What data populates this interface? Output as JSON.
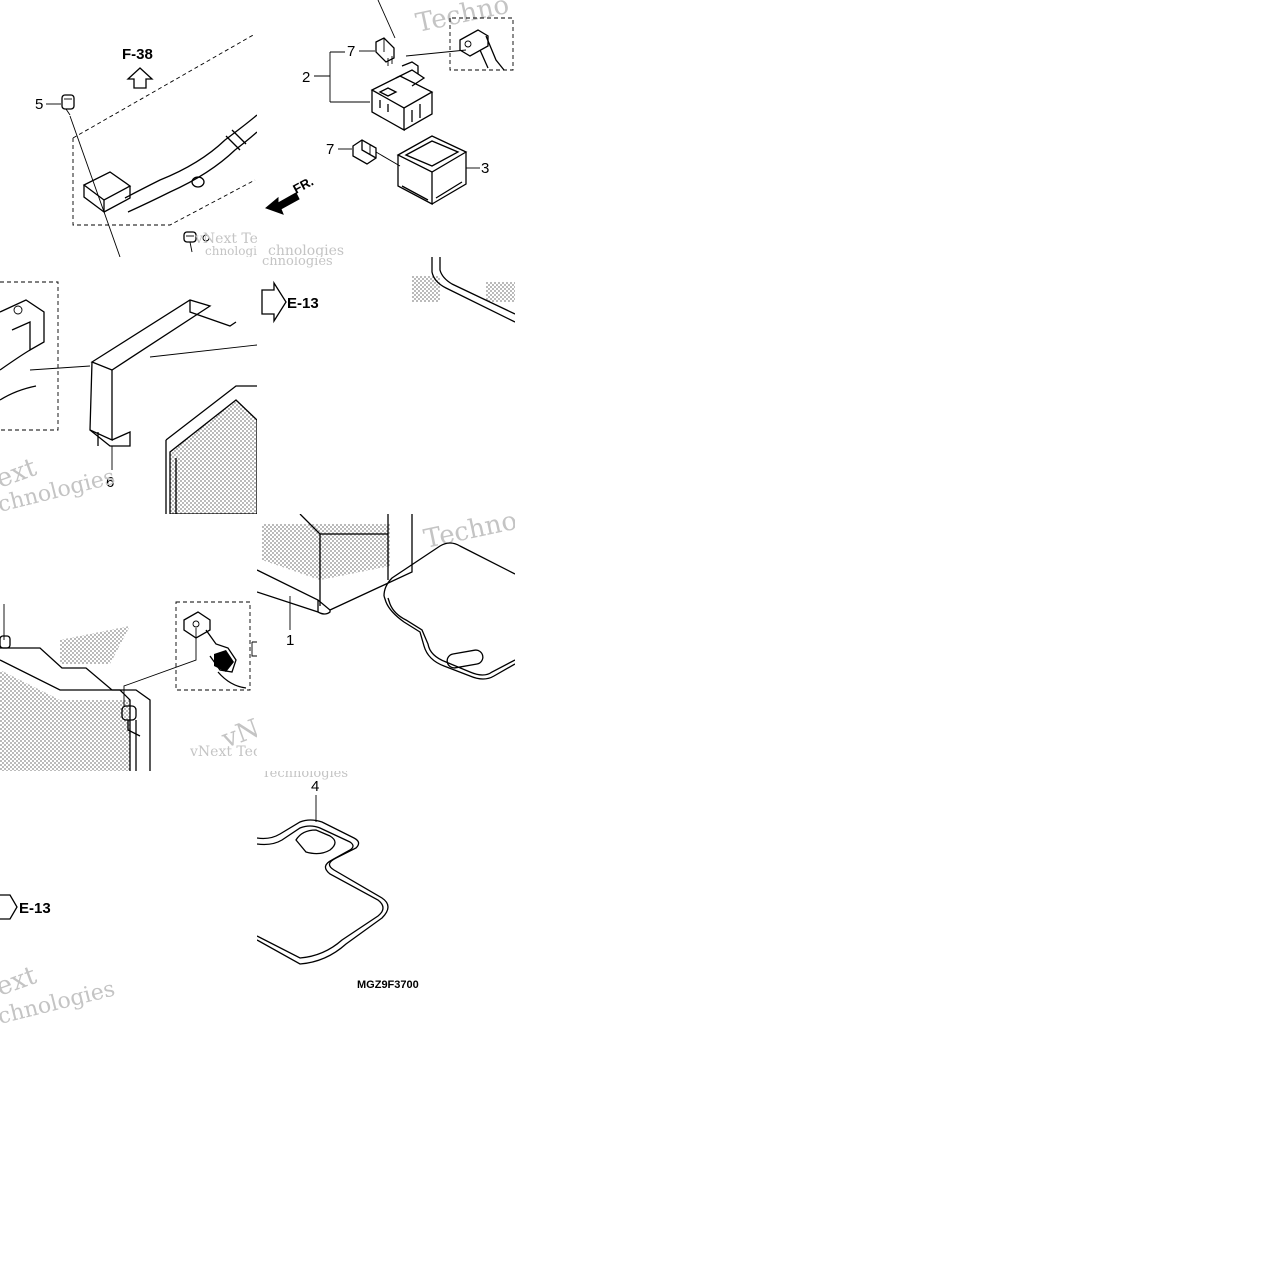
{
  "callouts": {
    "c1": "1",
    "c2": "2",
    "c3": "3",
    "c4": "4",
    "c5": "5",
    "c6": "6",
    "c7a": "7",
    "c7b": "7"
  },
  "refs": {
    "f38": "F-38",
    "e13_top": "E-13",
    "e13_bottom": "E-13"
  },
  "direction": {
    "front": "FR."
  },
  "diagram_code": "MGZ9F3700",
  "watermarks": {
    "w1": "Techno",
    "w2": "vNext Tec",
    "w3": "chnologies",
    "w4": "Technologies",
    "w5": "Techno",
    "w6": "vNext Tec",
    "w7": "chnologies",
    "w8": "ext",
    "w9": "chnologies"
  }
}
